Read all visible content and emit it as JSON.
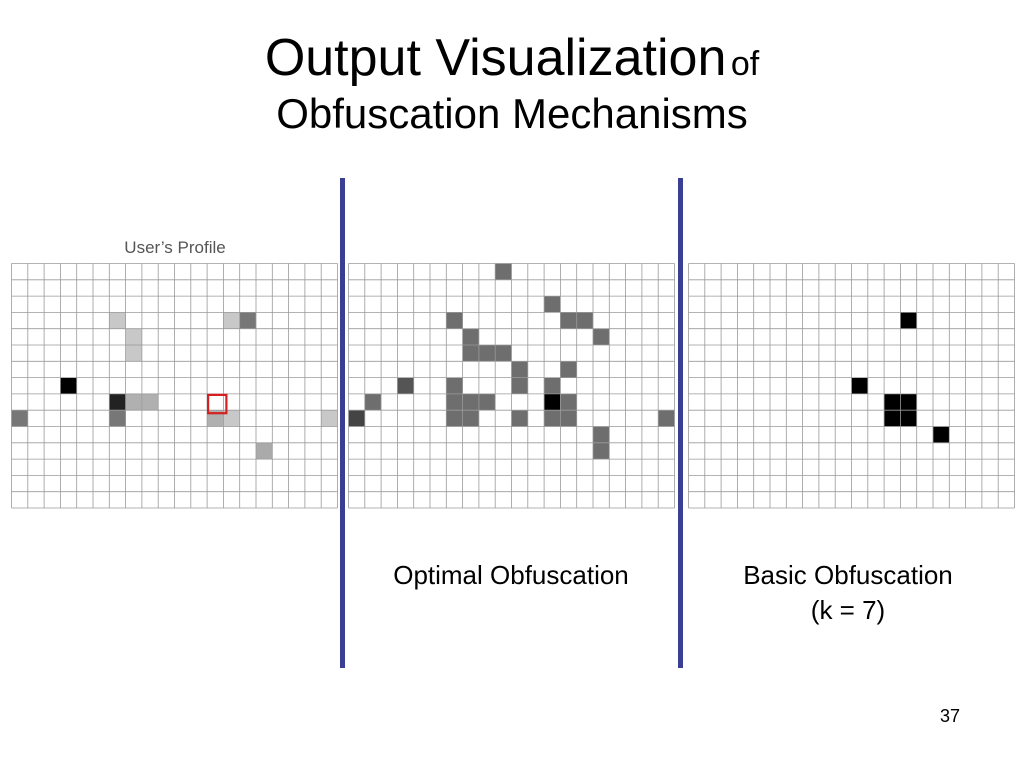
{
  "slide": {
    "title_part1": "Output Visualization",
    "title_part2": "of",
    "title_line2": "Obfuscation Mechanisms",
    "page_number": "37"
  },
  "panels": {
    "profile": {
      "label": "User’s Profile",
      "cols": 20,
      "rows": 15,
      "cells": [
        {
          "c": 6,
          "r": 3,
          "color": "#c8c8c8"
        },
        {
          "c": 13,
          "r": 3,
          "color": "#c8c8c8"
        },
        {
          "c": 14,
          "r": 3,
          "color": "#777777"
        },
        {
          "c": 7,
          "r": 4,
          "color": "#c8c8c8"
        },
        {
          "c": 7,
          "r": 5,
          "color": "#c8c8c8"
        },
        {
          "c": 3,
          "r": 7,
          "color": "#000000"
        },
        {
          "c": 6,
          "r": 8,
          "color": "#222222"
        },
        {
          "c": 7,
          "r": 8,
          "color": "#b0b0b0"
        },
        {
          "c": 8,
          "r": 8,
          "color": "#b0b0b0"
        },
        {
          "c": 0,
          "r": 9,
          "color": "#777777"
        },
        {
          "c": 6,
          "r": 9,
          "color": "#777777"
        },
        {
          "c": 12,
          "r": 9,
          "color": "#b0b0b0"
        },
        {
          "c": 13,
          "r": 9,
          "color": "#c8c8c8"
        },
        {
          "c": 19,
          "r": 9,
          "color": "#c8c8c8"
        },
        {
          "c": 15,
          "r": 11,
          "color": "#aaaaaa"
        }
      ],
      "highlight": {
        "c": 12,
        "r": 8,
        "color": "#d42020"
      }
    },
    "optimal": {
      "caption": "Optimal Obfuscation",
      "cols": 20,
      "rows": 15,
      "cells": [
        {
          "c": 9,
          "r": 0,
          "color": "#6e6e6e"
        },
        {
          "c": 12,
          "r": 2,
          "color": "#6e6e6e"
        },
        {
          "c": 6,
          "r": 3,
          "color": "#6e6e6e"
        },
        {
          "c": 13,
          "r": 3,
          "color": "#6e6e6e"
        },
        {
          "c": 14,
          "r": 3,
          "color": "#6e6e6e"
        },
        {
          "c": 7,
          "r": 4,
          "color": "#6e6e6e"
        },
        {
          "c": 15,
          "r": 4,
          "color": "#6e6e6e"
        },
        {
          "c": 7,
          "r": 5,
          "color": "#6e6e6e"
        },
        {
          "c": 8,
          "r": 5,
          "color": "#6e6e6e"
        },
        {
          "c": 9,
          "r": 5,
          "color": "#6e6e6e"
        },
        {
          "c": 10,
          "r": 6,
          "color": "#6e6e6e"
        },
        {
          "c": 13,
          "r": 6,
          "color": "#6e6e6e"
        },
        {
          "c": 3,
          "r": 7,
          "color": "#555555"
        },
        {
          "c": 6,
          "r": 7,
          "color": "#6e6e6e"
        },
        {
          "c": 10,
          "r": 7,
          "color": "#6e6e6e"
        },
        {
          "c": 12,
          "r": 7,
          "color": "#6e6e6e"
        },
        {
          "c": 1,
          "r": 8,
          "color": "#6e6e6e"
        },
        {
          "c": 6,
          "r": 8,
          "color": "#6e6e6e"
        },
        {
          "c": 7,
          "r": 8,
          "color": "#6e6e6e"
        },
        {
          "c": 8,
          "r": 8,
          "color": "#6e6e6e"
        },
        {
          "c": 12,
          "r": 8,
          "color": "#000000"
        },
        {
          "c": 13,
          "r": 8,
          "color": "#6e6e6e"
        },
        {
          "c": 0,
          "r": 9,
          "color": "#444444"
        },
        {
          "c": 6,
          "r": 9,
          "color": "#6e6e6e"
        },
        {
          "c": 7,
          "r": 9,
          "color": "#6e6e6e"
        },
        {
          "c": 10,
          "r": 9,
          "color": "#6e6e6e"
        },
        {
          "c": 12,
          "r": 9,
          "color": "#6e6e6e"
        },
        {
          "c": 13,
          "r": 9,
          "color": "#6e6e6e"
        },
        {
          "c": 19,
          "r": 9,
          "color": "#6e6e6e"
        },
        {
          "c": 15,
          "r": 10,
          "color": "#6e6e6e"
        },
        {
          "c": 15,
          "r": 11,
          "color": "#6e6e6e"
        }
      ]
    },
    "basic": {
      "caption_line1": "Basic Obfuscation",
      "caption_line2": "(k = 7)",
      "cols": 20,
      "rows": 15,
      "cells": [
        {
          "c": 13,
          "r": 3,
          "color": "#000000"
        },
        {
          "c": 10,
          "r": 7,
          "color": "#000000"
        },
        {
          "c": 12,
          "r": 8,
          "color": "#000000"
        },
        {
          "c": 13,
          "r": 8,
          "color": "#000000"
        },
        {
          "c": 12,
          "r": 9,
          "color": "#000000"
        },
        {
          "c": 13,
          "r": 9,
          "color": "#000000"
        },
        {
          "c": 15,
          "r": 10,
          "color": "#000000"
        }
      ]
    }
  },
  "colors": {
    "divider": "#3a3f94",
    "grid_line": "#9a9a9a"
  }
}
